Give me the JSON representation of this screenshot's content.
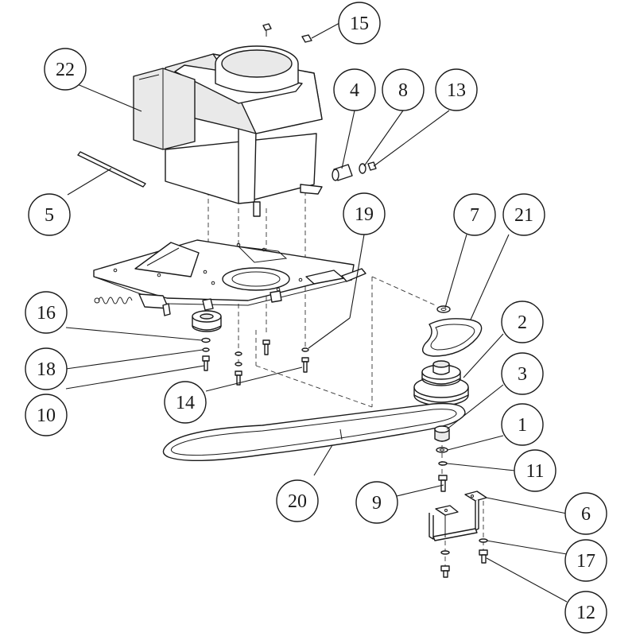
{
  "callouts": [
    {
      "id": "c15",
      "label": "15"
    },
    {
      "id": "c22",
      "label": "22"
    },
    {
      "id": "c4",
      "label": "4"
    },
    {
      "id": "c8",
      "label": "8"
    },
    {
      "id": "c13",
      "label": "13"
    },
    {
      "id": "c5",
      "label": "5"
    },
    {
      "id": "c19",
      "label": "19"
    },
    {
      "id": "c7",
      "label": "7"
    },
    {
      "id": "c21",
      "label": "21"
    },
    {
      "id": "c2",
      "label": "2"
    },
    {
      "id": "c16",
      "label": "16"
    },
    {
      "id": "c18",
      "label": "18"
    },
    {
      "id": "c3",
      "label": "3"
    },
    {
      "id": "c10",
      "label": "10"
    },
    {
      "id": "c14",
      "label": "14"
    },
    {
      "id": "c1",
      "label": "1"
    },
    {
      "id": "c11",
      "label": "11"
    },
    {
      "id": "c9",
      "label": "9"
    },
    {
      "id": "c20",
      "label": "20"
    },
    {
      "id": "c6",
      "label": "6"
    },
    {
      "id": "c17",
      "label": "17"
    },
    {
      "id": "c12",
      "label": "12"
    }
  ]
}
